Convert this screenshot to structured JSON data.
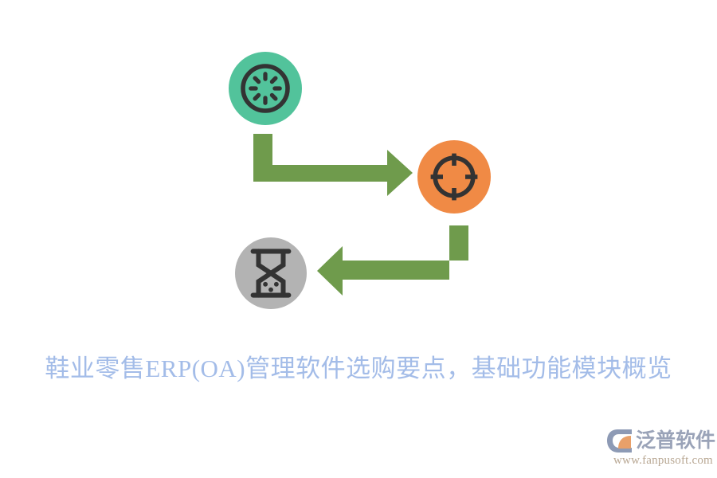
{
  "diagram": {
    "type": "cycle-flow",
    "title_caption": "鞋业零售ERP(OA)管理软件选购要点，基础功能模块概览",
    "nodes": [
      {
        "id": "node-1",
        "icon": "spinner-icon",
        "icon_label": "loading-spinner",
        "circle_color": "#52c39b",
        "glyph_color": "#333333",
        "position": "top-left"
      },
      {
        "id": "node-2",
        "icon": "target-icon",
        "icon_label": "crosshair-target",
        "circle_color": "#f08a45",
        "glyph_color": "#333333",
        "position": "middle-right"
      },
      {
        "id": "node-3",
        "icon": "hourglass-icon",
        "icon_label": "hourglass",
        "circle_color": "#b3b3b3",
        "glyph_color": "#333333",
        "position": "bottom-left"
      }
    ],
    "connectors": [
      {
        "id": "connector-1",
        "shape": "elbow-down-right",
        "from": "node-1",
        "to": "node-2",
        "color": "#6f9b4c"
      },
      {
        "id": "connector-2",
        "shape": "elbow-down-left",
        "from": "node-2",
        "to": "node-3",
        "color": "#6f9b4c"
      }
    ]
  },
  "caption": {
    "text": "鞋业零售ERP(OA)管理软件选购要点，基础功能模块概览",
    "color": "#a3bce8"
  },
  "watermark": {
    "brand_name": "泛普软件",
    "brand_color": "#9aa3b8",
    "url": "www.fanpusoft.com",
    "url_color": "#b9a894",
    "mark_colors": {
      "c_shape": "#8d9ab5",
      "arc": "#e8a06a"
    }
  },
  "colors": {
    "background": "#ffffff",
    "accent_green": "#52c39b",
    "accent_orange": "#f08a45",
    "accent_gray": "#b3b3b3",
    "arrow_green": "#6f9b4c",
    "caption_blue": "#a3bce8"
  }
}
